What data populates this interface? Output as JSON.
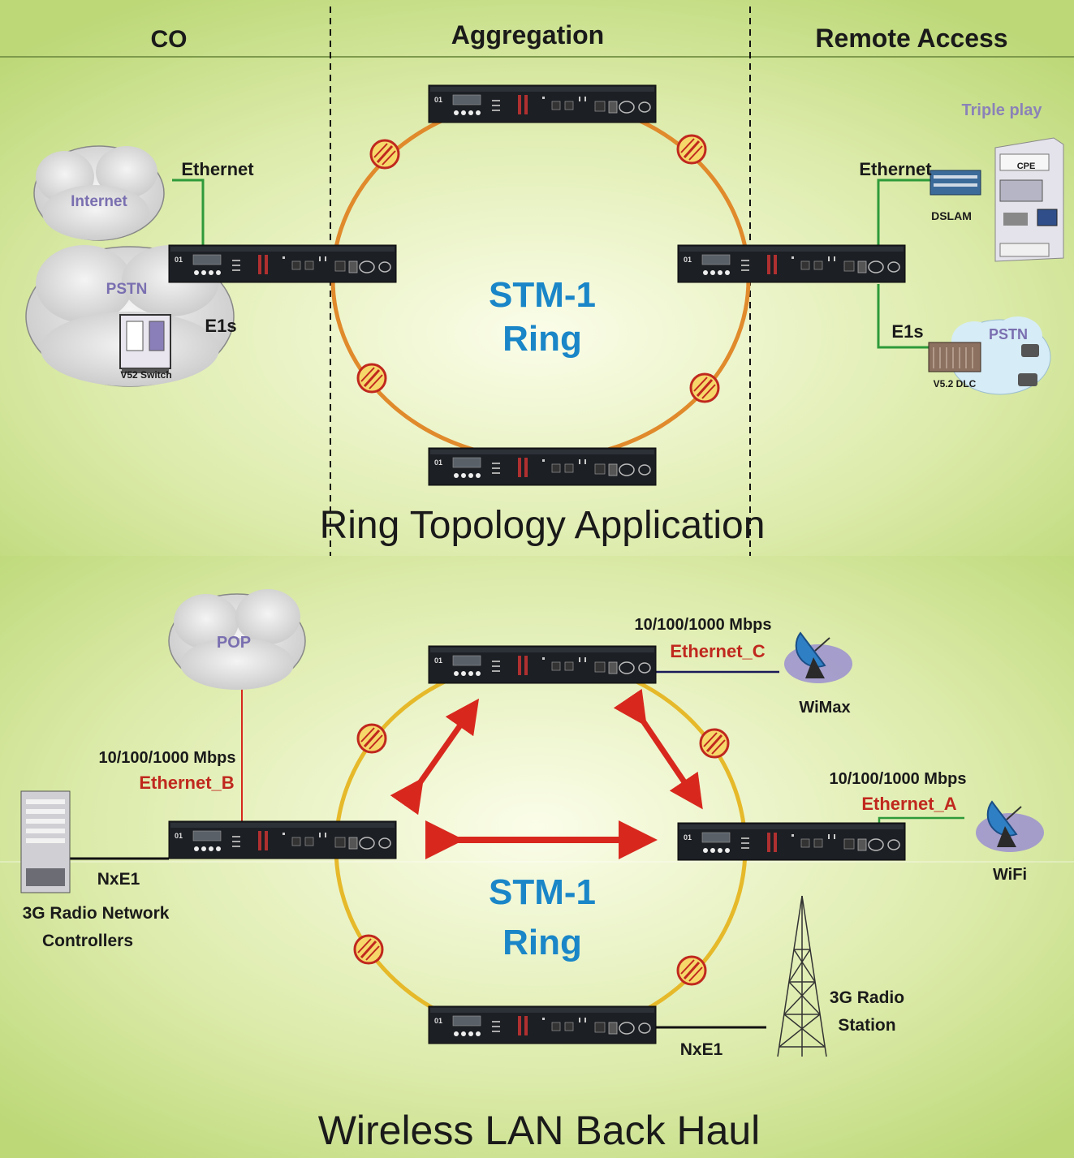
{
  "header": {
    "co": "CO",
    "aggregation": "Aggregation",
    "remote_access": "Remote Access"
  },
  "ring_app": {
    "title": "Ring Topology Application",
    "ring_line1": "STM-1",
    "ring_line2": "Ring",
    "internet": "Internet",
    "pstn_left": "PSTN",
    "v52_switch": "V52 Switch",
    "ethernet_left": "Ethernet",
    "e1s_left": "E1s",
    "triple_play": "Triple play",
    "cpe": "CPE",
    "dslam": "DSLAM",
    "ethernet_right": "Ethernet",
    "e1s_right": "E1s",
    "pstn_right": "PSTN",
    "v52_dlc": "V5.2 DLC"
  },
  "backhaul": {
    "title": "Wireless LAN Back Haul",
    "ring_line1": "STM-1",
    "ring_line2": "Ring",
    "pop": "POP",
    "speed_b": "10/100/1000 Mbps",
    "eth_b": "Ethernet_B",
    "speed_c": "10/100/1000 Mbps",
    "eth_c": "Ethernet_C",
    "wimax": "WiMax",
    "speed_a": "10/100/1000 Mbps",
    "eth_a": "Ethernet_A",
    "wifi": "WiFi",
    "nxe1_left": "NxE1",
    "rnc_line1": "3G Radio Network",
    "rnc_line2": "Controllers",
    "radio_line1": "3G Radio",
    "radio_line2": "Station",
    "nxe1_bottom": "NxE1"
  },
  "colors": {
    "background_start": "#c9e08c",
    "background_center": "#f4fadf",
    "ring_top": "#e08a2c",
    "ring_bottom": "#e6b92a",
    "ethernet_line": "#2e9a3a",
    "arrow": "#d8281e",
    "ring_text": "#1a86c8"
  }
}
